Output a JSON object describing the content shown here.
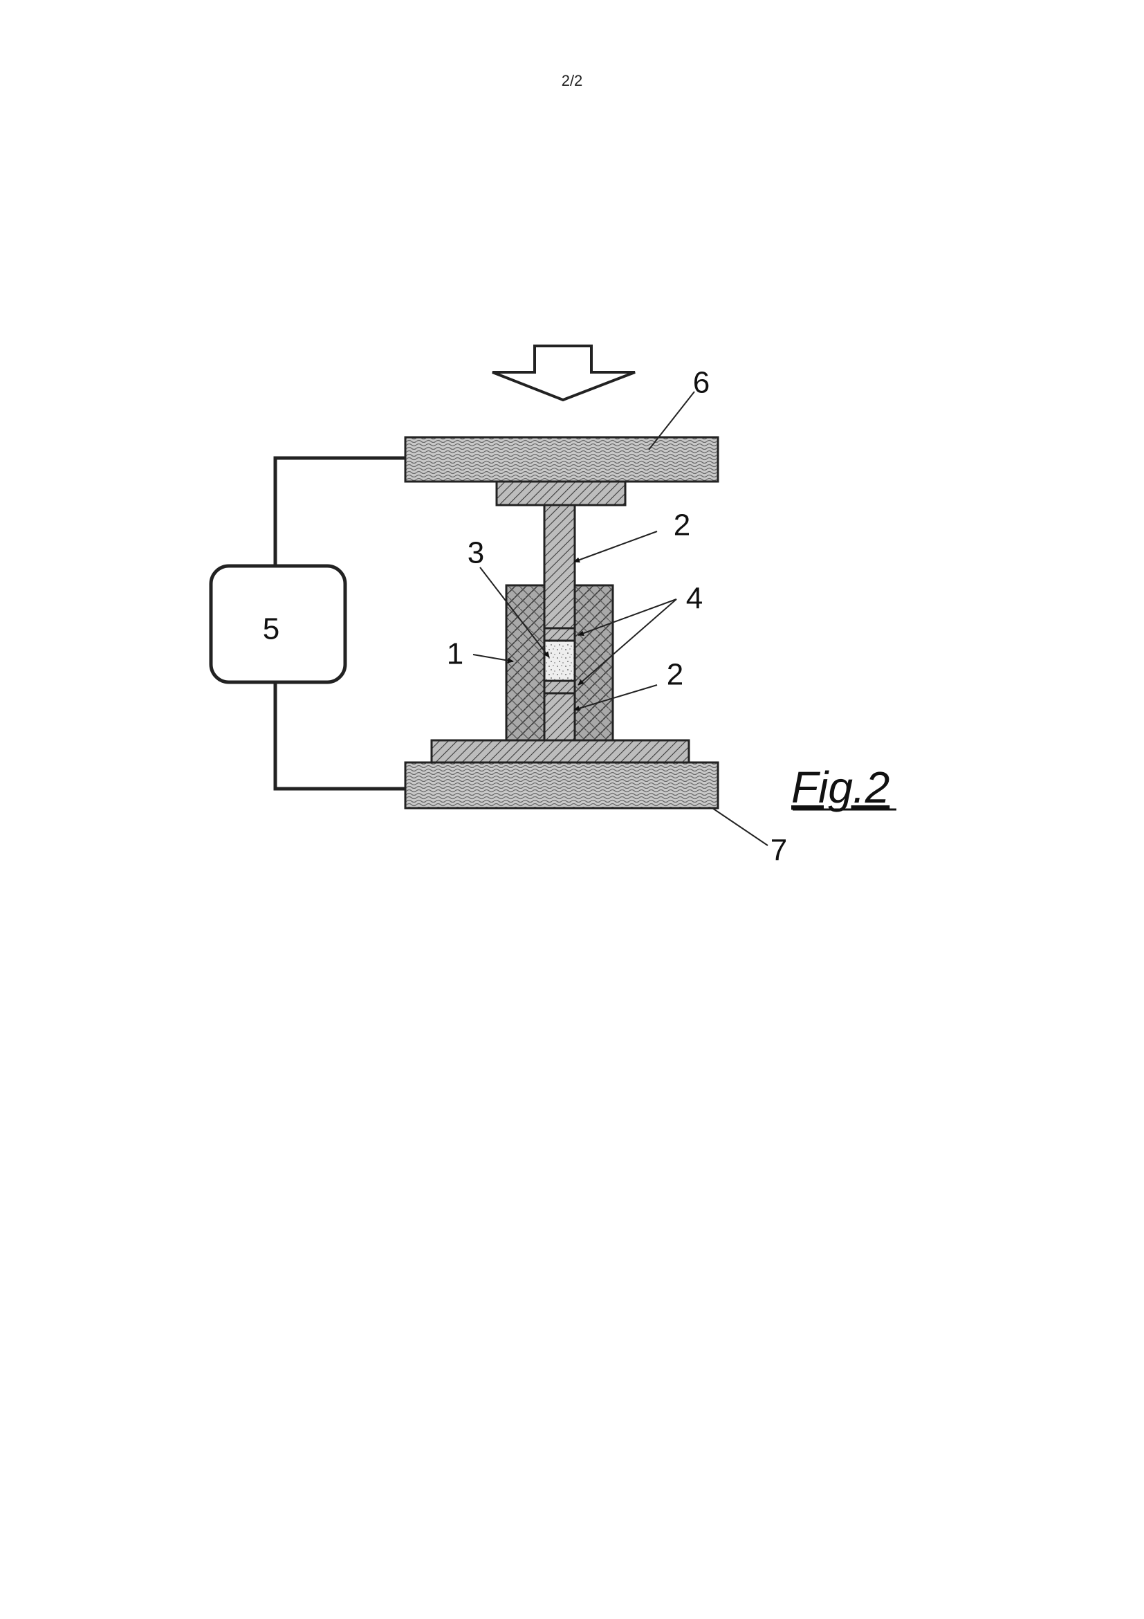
{
  "page_number": "2/2",
  "figure": {
    "caption": "Fig.2",
    "reference_numerals": {
      "die": "1",
      "punch_upper": "2",
      "punch_lower": "2",
      "sample": "3",
      "spacers": "4",
      "power_supply": "5",
      "upper_electrode": "6",
      "lower_electrode": "7"
    }
  }
}
